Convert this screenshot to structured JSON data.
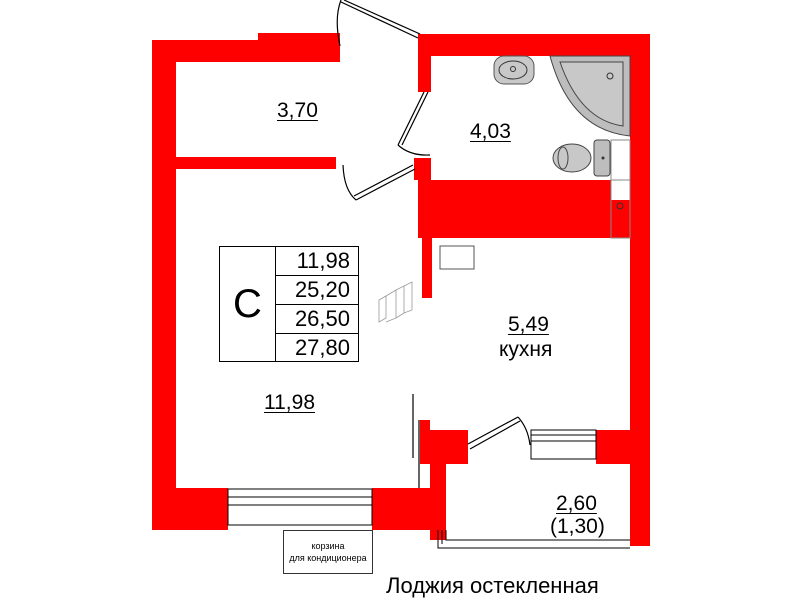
{
  "plan": {
    "wall_color": "#ff0000",
    "apartment_type": "С",
    "areas_legend": [
      "11,98",
      "25,20",
      "26,50",
      "27,80"
    ],
    "rooms": [
      {
        "id": "hall",
        "area": "3,70",
        "name": ""
      },
      {
        "id": "bathroom",
        "area": "4,03",
        "name": ""
      },
      {
        "id": "living-room",
        "area": "11,98",
        "name": ""
      },
      {
        "id": "kitchen",
        "area": "5,49",
        "name": "кухня"
      },
      {
        "id": "loggia",
        "area": "2,60",
        "area_reduced": "(1,30)",
        "name": ""
      }
    ],
    "ac_basket": {
      "line1": "корзина",
      "line2": "для кондиционера"
    },
    "loggia_caption": "Лоджия остекленная",
    "fixtures": [
      "sink-icon",
      "corner-bathtub-icon",
      "toilet-icon",
      "stove-icon",
      "refrigerator-icon"
    ]
  }
}
